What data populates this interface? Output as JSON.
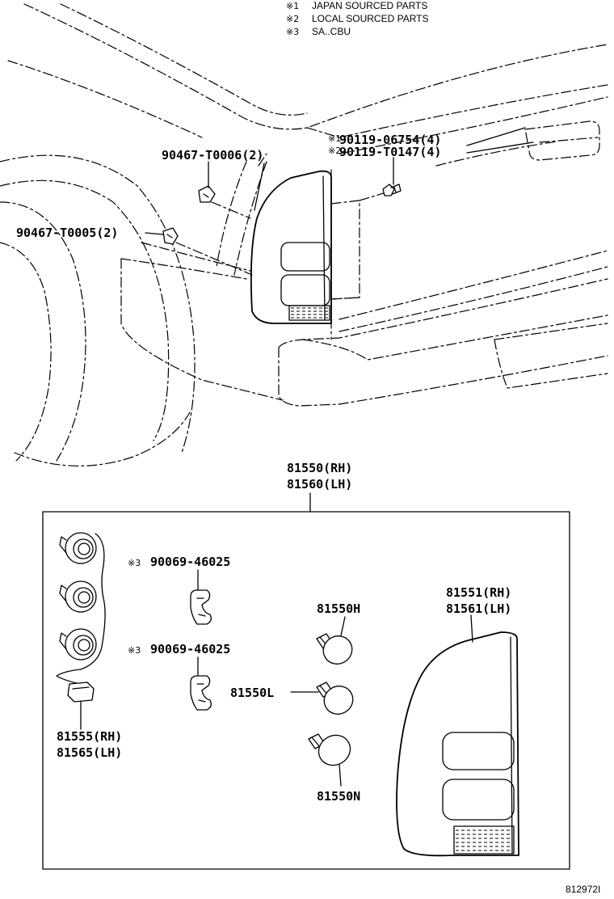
{
  "legend": [
    {
      "mark": "※1",
      "text": "JAPAN SOURCED PARTS"
    },
    {
      "mark": "※2",
      "text": "LOCAL SOURCED PARTS"
    },
    {
      "mark": "※3",
      "text": "SA..CBU"
    }
  ],
  "callouts": {
    "screw_japan": {
      "mark": "※1",
      "text": "90119-06754(4)"
    },
    "screw_local": {
      "mark": "※2",
      "text": "90119-T0147(4)"
    },
    "clip_upper": "90467-T0006(2)",
    "clip_lower": "90467-T0005(2)",
    "assembly_rh": "81550(RH)",
    "assembly_lh": "81560(LH)",
    "socket_upper": {
      "mark": "※3",
      "text": "90069-46025"
    },
    "socket_lower": {
      "mark": "※3",
      "text": "90069-46025"
    },
    "lens_rh": "81551(RH)",
    "lens_lh": "81561(LH)",
    "bulb_h": "81550H",
    "bulb_l": "81550L",
    "bulb_n": "81550N",
    "wiring_rh": "81555(RH)",
    "wiring_lh": "81565(LH)"
  },
  "figure_number": "812972I"
}
